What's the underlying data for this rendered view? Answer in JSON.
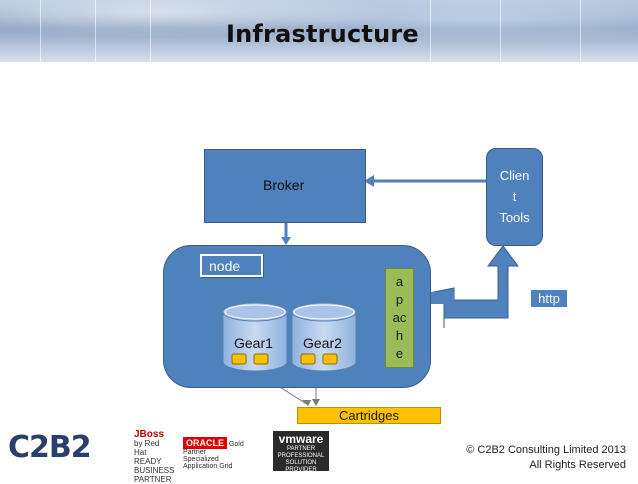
{
  "title": "Infrastructure",
  "diagram": {
    "broker": "Broker",
    "client_lines": [
      "Clien",
      "t",
      "Tools"
    ],
    "node": "node",
    "apache_lines": [
      "a",
      "p",
      "ac",
      "h",
      "e"
    ],
    "gears": [
      "Gear1",
      "Gear2"
    ],
    "http": "http",
    "cartridges": "Cartridges"
  },
  "footer": {
    "copyright": "© C2B2 Consulting Limited 2013",
    "rights": "All Rights Reserved",
    "logos": {
      "c2b2": "C2B2",
      "jboss_brand": "JBoss",
      "jboss_sub": "by Red Hat",
      "jboss_lines": [
        "READY",
        "BUSINESS",
        "PARTNER"
      ],
      "oracle_brand": "ORACLE",
      "oracle_tier": "Gold Partner",
      "oracle_lines": [
        "Specialized",
        "Application Grid"
      ],
      "vmware_brand": "vmware",
      "vmware_sub": "PARTNER",
      "vmware_lines": [
        "PROFESSIONAL",
        "SOLUTION PROVIDER"
      ]
    }
  },
  "colors": {
    "shape_blue": "#4f81bd",
    "apache_green": "#9bbb59",
    "cartridge_yellow": "#ffc000",
    "pad_yellow": "#ffc000"
  }
}
